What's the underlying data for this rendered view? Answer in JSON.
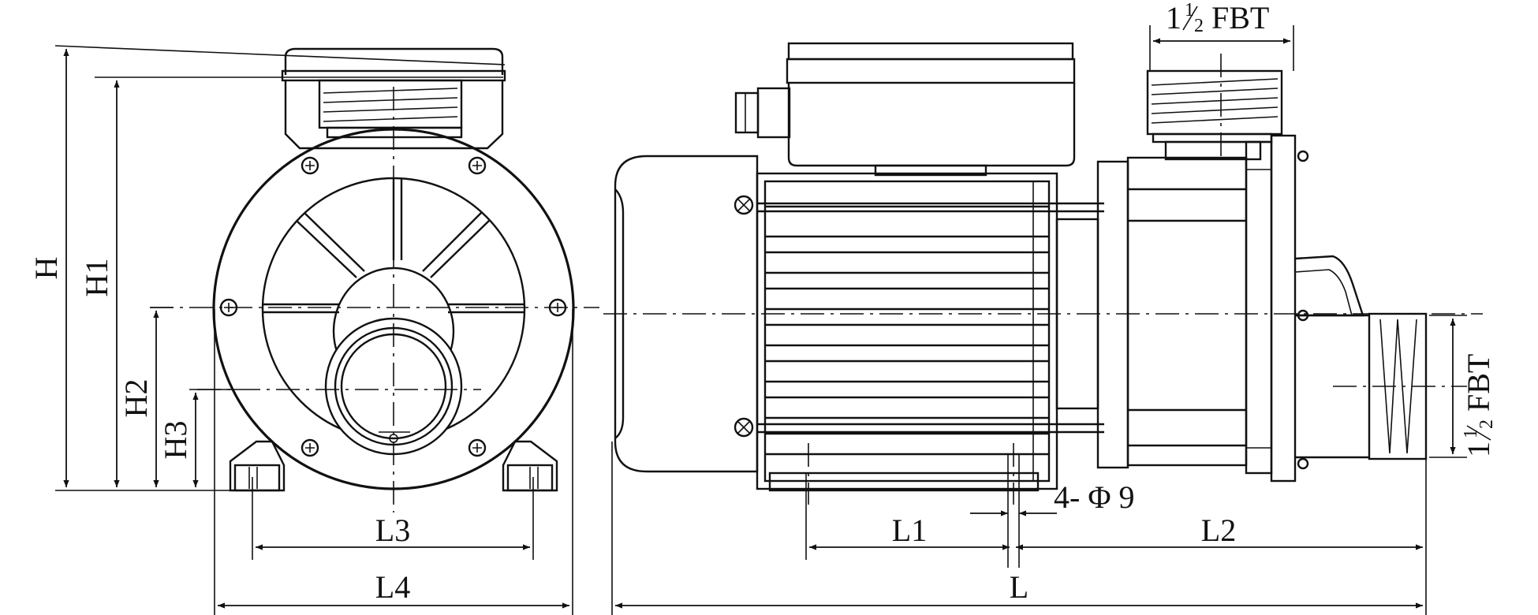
{
  "diagram": {
    "front_view": {
      "dimensions": {
        "height_total": "H",
        "height_top": "H1",
        "height_axis": "H2",
        "height_outlet": "H3",
        "foot_spacing": "L3",
        "base_width": "L4"
      }
    },
    "side_view": {
      "dimensions": {
        "foot_offset": "L1",
        "outlet_offset": "L2",
        "total_length": "L",
        "mount_holes": "4- Φ 9"
      },
      "ports": {
        "top_port_whole": "1",
        "top_port_num": "1",
        "top_port_den": "2",
        "top_port_thread": "FBT",
        "side_port_whole": "1",
        "side_port_num": "1",
        "side_port_den": "2",
        "side_port_thread": "FBT"
      }
    }
  }
}
